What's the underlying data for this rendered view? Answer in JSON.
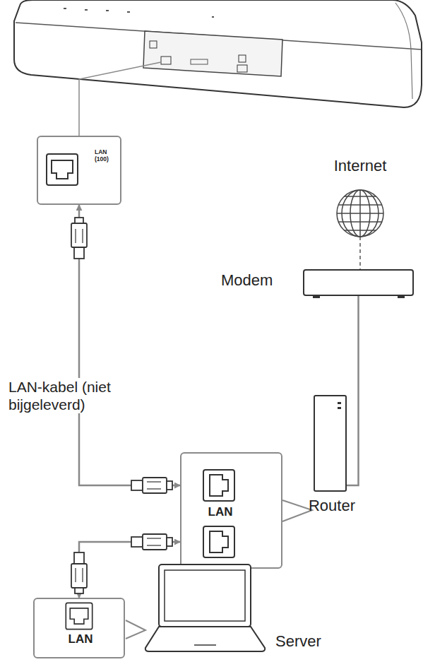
{
  "diagram": {
    "nodes": [
      {
        "text": [
          "LAN (100)"
        ]
      },
      {
        "text": [
          "Internet"
        ]
      },
      {
        "text": [
          "Modem"
        ]
      },
      {
        "text": [
          "LAN"
        ]
      },
      {
        "text": [
          "Router"
        ]
      },
      {
        "text": [
          "LAN"
        ]
      },
      {
        "text": [
          "Server"
        ]
      }
    ],
    "edges": [
      {
        "from": 0,
        "to": 3,
        "arrow": "both"
      },
      {
        "from": 3,
        "to": 5,
        "arrow": "both"
      },
      {
        "from": 1,
        "to": 2,
        "arrow": "none"
      },
      {
        "from": 2,
        "to": 4,
        "arrow": "none"
      }
    ],
    "labels": [
      "LAN-kabel (niet bijgeleverd)"
    ]
  }
}
